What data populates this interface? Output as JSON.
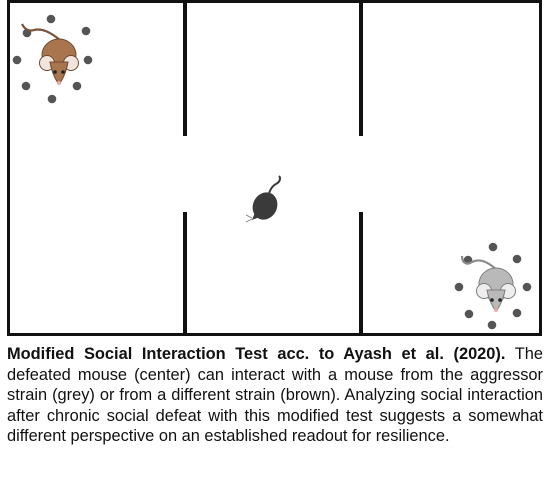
{
  "caption": {
    "title": "Modified Social Interaction Test acc. to Ayash et al. (2020).",
    "body": "The defeated mouse (center) can interact with a mouse from the aggressor strain (grey) or from a different strain (brown). Analyzing social interaction after chronic social defeat with this modified test suggests a somewhat different perspective on an established readout for resilience."
  },
  "diagram": {
    "arena_chambers": 3,
    "mice": [
      {
        "role": "different-strain mouse",
        "color": "#a8754e",
        "caged": true
      },
      {
        "role": "defeated mouse",
        "color": "#3a3a3a",
        "caged": false
      },
      {
        "role": "aggressor-strain mouse",
        "color": "#b9b9b9",
        "caged": true
      }
    ],
    "cage_post_color": "#555555",
    "wall_color": "#111111"
  }
}
